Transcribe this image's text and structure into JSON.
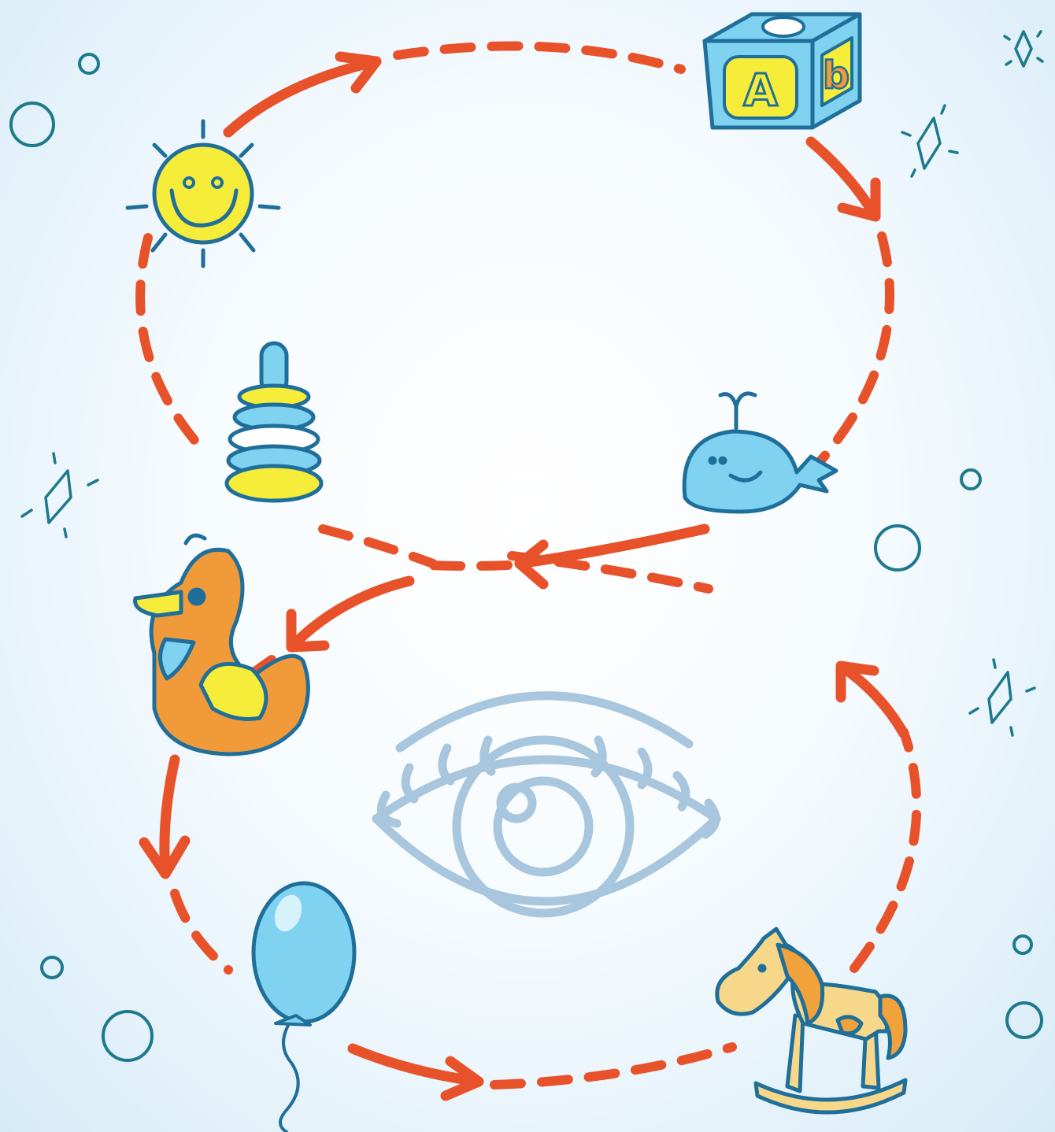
{
  "figure": {
    "nodes": [
      "sun",
      "alphabet-block",
      "whale",
      "pyramid-toy",
      "duck",
      "balloon",
      "rocking-horse"
    ],
    "block_letters": [
      "A",
      "b"
    ],
    "center_icon": "eye-icon",
    "colors": {
      "arrow": "#e8522a",
      "outline": "#1f6f9a",
      "yellow": "#f6ec3a",
      "light_blue": "#7fd3f0",
      "orange": "#f19a3a",
      "eye": "#a8c6dd"
    }
  }
}
